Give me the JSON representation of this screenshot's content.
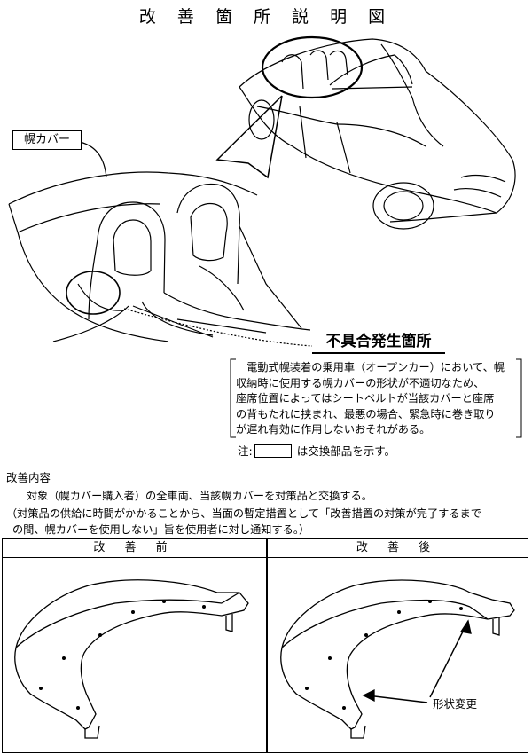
{
  "title": "改 善 箇 所 説 明 図",
  "hood_cover_label": "幌カバー",
  "defect": {
    "title": "不具合発生箇所",
    "lines": [
      "　電動式幌装着の乗用車（オープンカー）において、幌",
      "収納時に使用する幌カバーの形状が不適切なため、",
      "座席位置によってはシートベルトが当該カバーと座席",
      "の背もたれに挟まれ、最悪の場合、緊急時に巻き取り",
      "が遅れ有効に作用しないおそれがある。"
    ]
  },
  "note": {
    "prefix": "注:",
    "suffix": "は交換部品を示す。"
  },
  "improvement": {
    "heading": "改善内容",
    "line1": "対象（幌カバー購入者）の全車両、当該幌カバーを対策品と交換する。",
    "line2": "（対策品の供給に時間がかかることから、当面の暫定措置として「改善措置の対策が完了するまで",
    "line3": "の間、幌カバーを使用しない」旨を使用者に対し通知する。）"
  },
  "comparison": {
    "before_label": "改 善 前",
    "after_label": "改 善 後",
    "change_label": "形状変更"
  }
}
